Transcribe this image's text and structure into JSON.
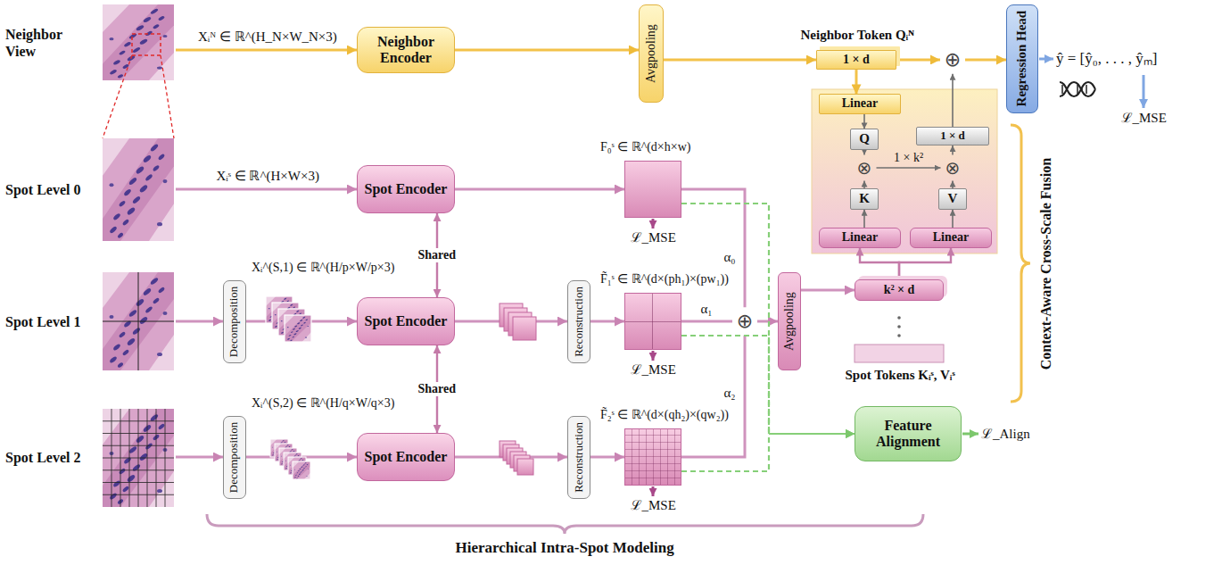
{
  "diagram": {
    "nodes": [
      {
        "text": [
          "Neighbor Encoder"
        ]
      },
      {
        "text": [
          "Avgpooling"
        ]
      },
      {
        "text": [
          "Neighbor Token Qᵢᴺ",
          "1 × d"
        ]
      },
      {
        "text": [
          "⊕"
        ]
      },
      {
        "text": [
          "Regression Head"
        ]
      },
      {
        "text": [
          "Linear"
        ]
      },
      {
        "text": [
          "Q"
        ]
      },
      {
        "text": [
          "⊗"
        ]
      },
      {
        "text": [
          "⊗"
        ]
      },
      {
        "text": [
          "1 × d"
        ]
      },
      {
        "text": [
          "K"
        ]
      },
      {
        "text": [
          "V"
        ]
      },
      {
        "text": [
          "Linear"
        ]
      },
      {
        "text": [
          "Linear"
        ]
      },
      {
        "text": [
          "Spot Encoder"
        ]
      },
      {
        "text": [
          "Decomposition"
        ]
      },
      {
        "text": [
          "Spot Encoder"
        ]
      },
      {
        "text": [
          "Reconstruction"
        ]
      },
      {
        "text": [
          "Decomposition"
        ]
      },
      {
        "text": [
          "Spot Encoder"
        ]
      },
      {
        "text": [
          "Reconstruction"
        ]
      },
      {
        "text": [
          "F₀ˢ ∈ ℝ^(d×h×w)"
        ]
      },
      {
        "text": [
          "F̃₁ˢ ∈ ℝ^(d×(ph₁)×(pw₁))"
        ]
      },
      {
        "text": [
          "F̃₂ˢ ∈ ℝ^(d×(qh₂)×(qw₂))"
        ]
      },
      {
        "text": [
          "⊕"
        ]
      },
      {
        "text": [
          "Avgpooling"
        ]
      },
      {
        "text": [
          "k² × d",
          "Spot Tokens Kᵢˢ, Vᵢˢ"
        ]
      },
      {
        "text": [
          "Feature Alignment"
        ]
      }
    ],
    "edges": [
      {
        "from": 0,
        "to": 1,
        "arrow": "to"
      },
      {
        "from": 1,
        "to": 2,
        "arrow": "to"
      },
      {
        "from": 2,
        "to": 3,
        "arrow": "to"
      },
      {
        "from": 3,
        "to": 4,
        "arrow": "to"
      },
      {
        "from": 2,
        "to": 5,
        "arrow": "to"
      },
      {
        "from": 5,
        "to": 6,
        "arrow": "to"
      },
      {
        "from": 6,
        "to": 7,
        "arrow": "to"
      },
      {
        "from": 10,
        "to": 7,
        "arrow": "to"
      },
      {
        "from": 7,
        "to": 8,
        "arrow": "to",
        "label": "1 × k²"
      },
      {
        "from": 11,
        "to": 8,
        "arrow": "to"
      },
      {
        "from": 8,
        "to": 9,
        "arrow": "to"
      },
      {
        "from": 9,
        "to": 3,
        "arrow": "to"
      },
      {
        "from": 12,
        "to": 10,
        "arrow": "to"
      },
      {
        "from": 13,
        "to": 11,
        "arrow": "to"
      },
      {
        "from": 26,
        "to": 12,
        "arrow": "to"
      },
      {
        "from": 26,
        "to": 13,
        "arrow": "to"
      },
      {
        "from": 14,
        "to": 21,
        "arrow": "to"
      },
      {
        "from": 14,
        "to": 16,
        "arrow": "both",
        "label": "Shared"
      },
      {
        "from": 16,
        "to": 19,
        "arrow": "both",
        "label": "Shared"
      },
      {
        "from": 15,
        "to": 16,
        "arrow": "to"
      },
      {
        "from": 16,
        "to": 17,
        "arrow": "to"
      },
      {
        "from": 17,
        "to": 22,
        "arrow": "to"
      },
      {
        "from": 18,
        "to": 19,
        "arrow": "to"
      },
      {
        "from": 19,
        "to": 20,
        "arrow": "to"
      },
      {
        "from": 20,
        "to": 23,
        "arrow": "to"
      },
      {
        "from": 21,
        "to": 24,
        "arrow": "none",
        "label": "α₀"
      },
      {
        "from": 22,
        "to": 24,
        "arrow": "none",
        "label": "α₁"
      },
      {
        "from": 23,
        "to": 24,
        "arrow": "none",
        "label": "α₂"
      },
      {
        "from": 24,
        "to": 25,
        "arrow": "to"
      },
      {
        "from": 25,
        "to": 26,
        "arrow": "to"
      },
      {
        "from": 21,
        "to": 27,
        "arrow": "to"
      },
      {
        "from": 22,
        "to": 27,
        "arrow": "to"
      },
      {
        "from": 23,
        "to": 27,
        "arrow": "to"
      }
    ],
    "labels": [
      "Neighbor View",
      "Spot Level 0",
      "Spot Level 1",
      "Spot Level 2",
      "Xᵢᴺ ∈ ℝ^(H_N×W_N×3)",
      "Xᵢˢ ∈ ℝ^(H×W×3)",
      "Xᵢ^(S,1) ∈ ℝ^(H/p×W/p×3)",
      "Xᵢ^(S,2) ∈ ℝ^(H/q×W/q×3)",
      "ŷ = [ŷ₀, . . . , ŷₘ]",
      "ℒ_MSE",
      "ℒ_MSE",
      "ℒ_MSE",
      "ℒ_MSE",
      "ℒ_Align",
      "Context-Aware Cross-Scale Fusion",
      "Hierarchical Intra-Spot Modeling"
    ]
  }
}
